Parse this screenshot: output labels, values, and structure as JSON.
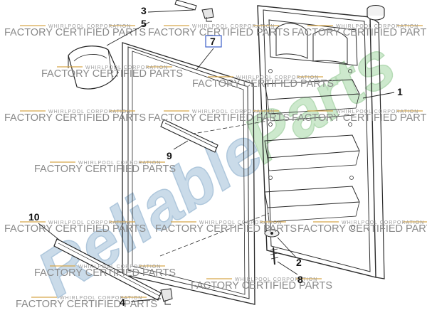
{
  "watermark": {
    "small": "WHIRLPOOL CORPORATION",
    "big": "FACTORY CERTIFIED PARTS"
  },
  "brand": {
    "word1": "Reliable",
    "word2": "Parts",
    "color1": "#9fbfd8",
    "color2": "#a6d8a6"
  },
  "callouts": {
    "c1": "1",
    "c2": "2",
    "c3": "3",
    "c4": "4",
    "c5": "5",
    "c7": "7",
    "c8": "8",
    "c9": "9",
    "c10": "10"
  },
  "highlight_color": "#3b5ec9"
}
